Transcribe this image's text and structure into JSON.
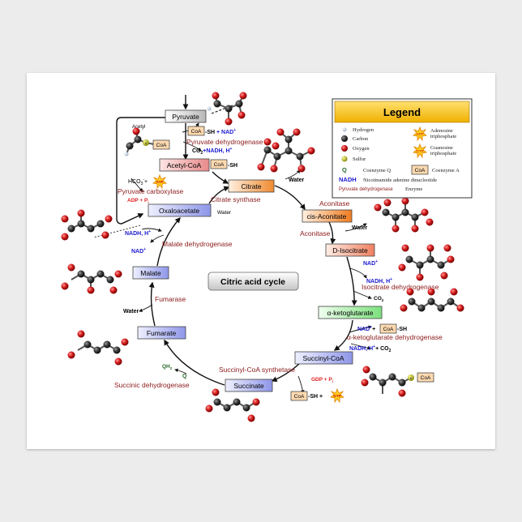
{
  "colors": {
    "enzyme": "#8b1a1a",
    "cofactor_blue": "#1a1ad0",
    "red_accent": "#e02020",
    "green_accent": "#2a6a2a"
  },
  "title": "Citric acid cycle",
  "metabolites": {
    "pyruvate": "Pyruvate",
    "acetyl_coa": "Acetyl-CoA",
    "citrate": "Citrate",
    "cis_aconitate": "cis-Aconitate",
    "d_isocitrate": "D-Isocitrate",
    "alpha_ketoglutarate": "α-ketoglutarate",
    "succinyl_coa": "Succinyl-CoA",
    "succinate": "Succinate",
    "fumarate": "Fumarate",
    "malate": "Malate",
    "oxaloacetate": "Oxaloacetate"
  },
  "enzymes": {
    "pyruvate_dehydrogenase": "Pyruvate dehydrogenase",
    "pyruvate_carboxylase": "Pyruvate carboxylase",
    "citrate_synthase": "Citrate synthase",
    "aconitase_1": "Aconitase",
    "aconitase_2": "Aconitase",
    "isocitrate_dehydrogenase": "Isocitrate dehydrogenase",
    "akg_dehydrogenase": "α-ketoglutarate dehydrogenase",
    "succinyl_coa_synthetase": "Succinyl-CoA synthetase",
    "succinic_dehydrogenase": "Succinic dehydrogenase",
    "fumarase": "Fumarase",
    "malate_dehydrogenase": "Malate dehydrogenase"
  },
  "cofactors": {
    "coa": "CoA",
    "sh": "-SH",
    "plus_nad": "+ NAD",
    "nad": "NAD",
    "plus": "+",
    "co2": "CO",
    "two": "2",
    "plus_nadh_h": "+NADH, H",
    "nadh_h": "NADH, H",
    "nadh_h_plus_co2": "NADH, H",
    "plus_co2": "+ CO",
    "plus_sign": "+",
    "acetyl": "Acetyl",
    "s": "S",
    "hco3": "HCO",
    "three": "3",
    "minus": "-",
    "atp": "ATP",
    "adp_pi": "ADP + P",
    "i": "i",
    "water": "Water",
    "co2_plain": "CO",
    "qh2": "QH",
    "q": "Q",
    "gdp_pi": "GDP + P",
    "gtp": "GTP"
  },
  "legend": {
    "title": "Legend",
    "hydrogen": "Hydrogen",
    "carbon": "Carbon",
    "oxygen": "Oxygen",
    "sulfur": "Sulfur",
    "atp_icon": "ATP",
    "atp_desc_1": "Adenosine",
    "atp_desc_2": "triphosphate",
    "gtp_icon": "GTP",
    "gtp_desc_1": "Guanosine",
    "gtp_desc_2": "triphosphate",
    "q_symbol": "Q",
    "q_desc": "Coenzyme Q",
    "coa_box": "CoA",
    "coa_desc": "Coenzyme A",
    "nadh_symbol": "NADH",
    "nadh_desc": "Nicotinamide adenine dinucleotide",
    "enzyme_example": "Pyruvate dehydrogenase",
    "enzyme_desc": "Enzyme"
  }
}
